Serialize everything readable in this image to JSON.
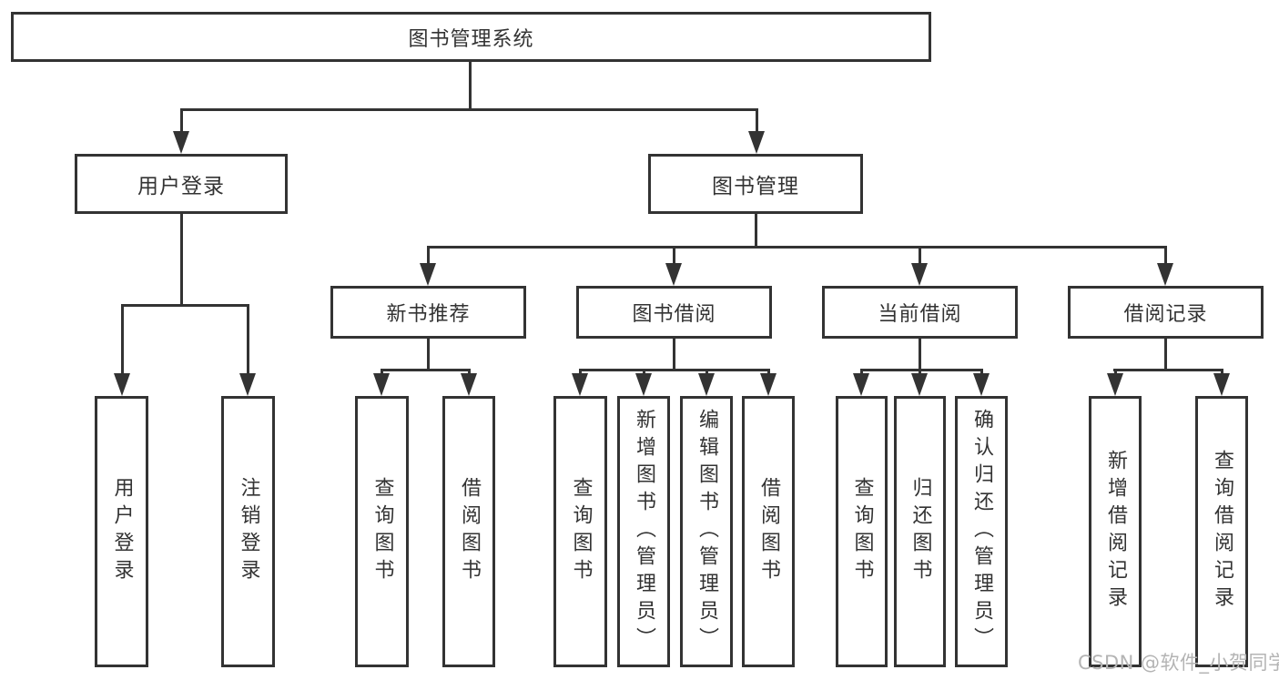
{
  "diagram": {
    "type": "hierarchy",
    "colors": {
      "line": "#333333",
      "text": "#333333",
      "background": "#ffffff",
      "watermark": "#b4b4b4"
    },
    "watermark": "CSDN @软件_小贺同学",
    "nodes": {
      "root": {
        "label": "图书管理系统"
      },
      "user_login": {
        "label": "用户登录"
      },
      "book_management": {
        "label": "图书管理"
      },
      "new_book_recommend": {
        "label": "新书推荐"
      },
      "book_borrowing": {
        "label": "图书借阅"
      },
      "current_borrowing": {
        "label": "当前借阅"
      },
      "borrowing_records": {
        "label": "借阅记录"
      },
      "leaf_user_login": {
        "label": "用户登录"
      },
      "leaf_logout": {
        "label": "注销登录"
      },
      "leaf_query_book_a": {
        "label": "查询图书"
      },
      "leaf_borrow_book_a": {
        "label": "借阅图书"
      },
      "leaf_query_book_b": {
        "label": "查询图书"
      },
      "leaf_add_book": {
        "label": "新增图书（管理员）"
      },
      "leaf_edit_book": {
        "label": "编辑图书（管理员）"
      },
      "leaf_borrow_book_b": {
        "label": "借阅图书"
      },
      "leaf_query_book_c": {
        "label": "查询图书"
      },
      "leaf_return_book": {
        "label": "归还图书"
      },
      "leaf_confirm_return": {
        "label": "确认归还（管理员）"
      },
      "leaf_add_borrow_record": {
        "label": "新增借阅记录"
      },
      "leaf_query_borrow_record": {
        "label": "查询借阅记录"
      }
    },
    "edges": [
      {
        "from": "root",
        "to": [
          "user_login",
          "book_management"
        ]
      },
      {
        "from": "user_login",
        "to": [
          "leaf_user_login",
          "leaf_logout"
        ]
      },
      {
        "from": "book_management",
        "to": [
          "new_book_recommend",
          "book_borrowing",
          "current_borrowing",
          "borrowing_records"
        ]
      },
      {
        "from": "new_book_recommend",
        "to": [
          "leaf_query_book_a",
          "leaf_borrow_book_a"
        ]
      },
      {
        "from": "book_borrowing",
        "to": [
          "leaf_query_book_b",
          "leaf_add_book",
          "leaf_edit_book",
          "leaf_borrow_book_b"
        ]
      },
      {
        "from": "current_borrowing",
        "to": [
          "leaf_query_book_c",
          "leaf_return_book",
          "leaf_confirm_return"
        ]
      },
      {
        "from": "borrowing_records",
        "to": [
          "leaf_add_borrow_record",
          "leaf_query_borrow_record"
        ]
      }
    ]
  }
}
